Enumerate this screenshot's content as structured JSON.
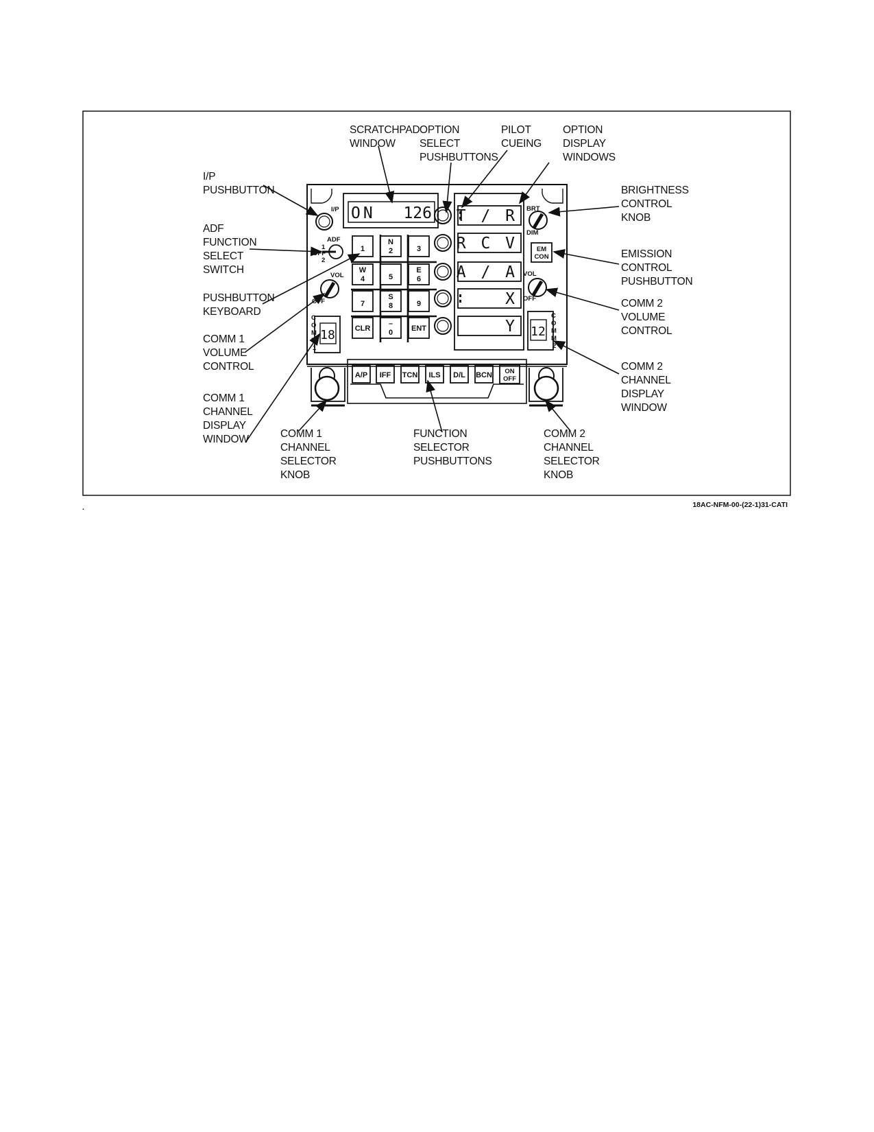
{
  "panel": {
    "scratchpad": {
      "left": "ON",
      "right": "126"
    },
    "ip_label": "I/P",
    "adf_label": "ADF",
    "adf_pos1": "1",
    "adf_off": "OFF",
    "adf_pos2": "2",
    "keypad": [
      {
        "main": "1",
        "sub": ""
      },
      {
        "main": "2",
        "sub": "N"
      },
      {
        "main": "3",
        "sub": ""
      },
      {
        "main": "4",
        "sub": "W"
      },
      {
        "main": "5",
        "sub": ""
      },
      {
        "main": "6",
        "sub": "E"
      },
      {
        "main": "7",
        "sub": ""
      },
      {
        "main": "8",
        "sub": "S"
      },
      {
        "main": "9",
        "sub": ""
      },
      {
        "main": "CLR",
        "sub": ""
      },
      {
        "main": "0",
        "sub": "–"
      },
      {
        "main": "ENT",
        "sub": ""
      }
    ],
    "option_windows": [
      {
        "text": "T / R",
        "cue": true
      },
      {
        "text": "R C V",
        "cue": false
      },
      {
        "text": "A / A",
        "cue": false
      },
      {
        "text": "X",
        "cue": true
      },
      {
        "text": "Y",
        "cue": false
      }
    ],
    "brt_label": "BRT",
    "dim_label": "DIM",
    "emcon_line1": "EM",
    "emcon_line2": "CON",
    "vol_label": "VOL",
    "off_label": "OFF",
    "comm1_label": [
      "C",
      "O",
      "M",
      "M",
      "1"
    ],
    "comm2_label": [
      "C",
      "O",
      "M",
      "M",
      "2"
    ],
    "comm1_channel": "18",
    "comm2_channel": "12",
    "function_buttons": [
      "A/P",
      "IFF",
      "TCN",
      "ILS",
      "D/L",
      "BCN"
    ],
    "onoff_line1": "ON",
    "onoff_line2": "OFF"
  },
  "callouts": {
    "scratchpad": [
      "SCRATCHPAD",
      "WINDOW"
    ],
    "option_select": [
      "OPTION",
      "SELECT",
      "PUSHBUTTONS"
    ],
    "pilot_cueing": [
      "PILOT",
      "CUEING"
    ],
    "option_display": [
      "OPTION",
      "DISPLAY",
      "WINDOWS"
    ],
    "ip_pushbutton": [
      "I/P",
      "PUSHBUTTON"
    ],
    "adf_switch": [
      "ADF",
      "FUNCTION",
      "SELECT",
      "SWITCH"
    ],
    "keyboard": [
      "PUSHBUTTON",
      "KEYBOARD"
    ],
    "comm1_volume": [
      "COMM 1",
      "VOLUME",
      "CONTROL"
    ],
    "comm1_display": [
      "COMM 1",
      "CHANNEL",
      "DISPLAY",
      "WINDOW"
    ],
    "comm1_selector": [
      "COMM 1",
      "CHANNEL",
      "SELECTOR",
      "KNOB"
    ],
    "function_selector": [
      "FUNCTION",
      "SELECTOR",
      "PUSHBUTTONS"
    ],
    "comm2_selector": [
      "COMM 2",
      "CHANNEL",
      "SELECTOR",
      "KNOB"
    ],
    "brightness": [
      "BRIGHTNESS",
      "CONTROL",
      "KNOB"
    ],
    "emission": [
      "EMISSION",
      "CONTROL",
      "PUSHBUTTON"
    ],
    "comm2_volume": [
      "COMM 2",
      "VOLUME",
      "CONTROL"
    ],
    "comm2_display": [
      "COMM 2",
      "CHANNEL",
      "DISPLAY",
      "WINDOW"
    ]
  },
  "figure_ref": "18AC-NFM-00-(22-1)31-CATI"
}
